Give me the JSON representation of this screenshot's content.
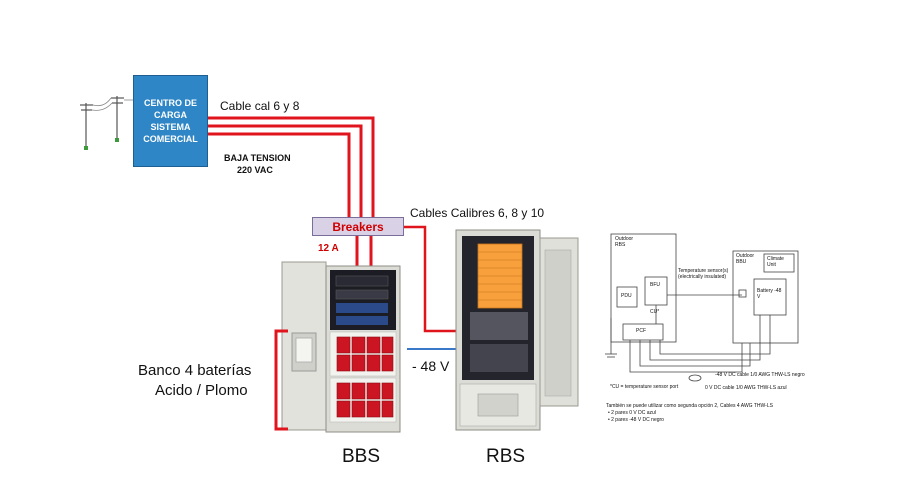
{
  "centro_carga": "CENTRO DE CARGA SISTEMA COMERCIAL",
  "cable_cal": "Cable cal  6 y 8",
  "baja_tension": "BAJA TENSION",
  "voltage_220": "220 VAC",
  "breakers": "Breakers",
  "current_12a": "12 A",
  "cables_calibres": "Cables Calibres  6, 8 y 10",
  "banco_line1": "Banco 4 baterías",
  "banco_line2": "Acido / Plomo",
  "dc_voltage": "- 48 V",
  "bbs_label": "BBS",
  "rbs_label": "RBS",
  "schematic": {
    "outdoor_rbs": "Outdoor RBS",
    "pdu": "PDU",
    "bfu": "BFU",
    "cu": "CU*",
    "pcf": "PCF",
    "outdoor_bbu": "Outdoor BBU",
    "climate_unit": "Climate Unit",
    "battery": "Battery -48 V",
    "temp_sensor": "Temperature sensor(s) (electrically insulated)",
    "cable_neg": "-48 V DC cable 1/0 AWG THW-LS negro",
    "cable_zero": "0 V DC cable 1/0 AWG THW-LS azul",
    "cu_note": "*CU = temperature sensor port",
    "note_title": "También se puede utilizar como segunda opción 2, Cables 4 AWG THW-LS",
    "note_1": "•  2 pares 0 V DC azul",
    "note_2": "•  2 pares -48 V DC negro"
  },
  "colors": {
    "cable_red": "#e0141c",
    "dc_blue": "#3a78c9",
    "centro_blue": "#2f86c6",
    "battery_red": "#cc1522",
    "rack_orange": "#f7a03c",
    "cabinet_grey": "#dcdcd6"
  }
}
